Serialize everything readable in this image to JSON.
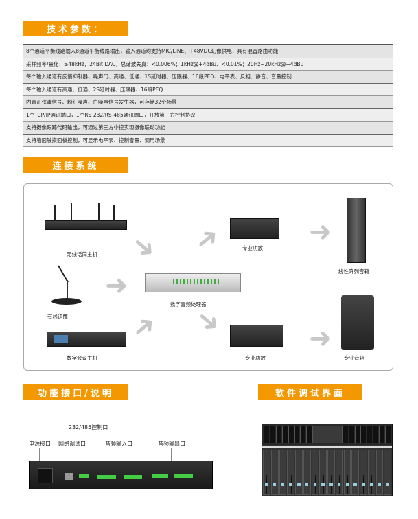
{
  "sections": {
    "specs": "技术参数：",
    "connection": "连接系统",
    "interface": "功能接口/说明",
    "software": "软件调试界面"
  },
  "specs": [
    "8个通道平衡线路输入8通道平衡线路输出，输入通道均支持MIC/LINE、+48VDC幻像供电，具有混音路由功能",
    "采样频率/量化：≥48kHz，24Bit DAC，总谐波失真：<0.006%；1kHz@+4dBu、<0.01%；20Hz~20kHz@+4dBu",
    "每个输入通道有反馈抑制器、噪声门、高通、低通、1S延时器、压限器、16段PEQ、电平表、反相、静音、音量控制",
    "每个输入通道有高通、低通、2S延时器、压限器、16段PEQ",
    "内置正弦波信号、粉红噪声、白噪声信号发生器，可存储32个场景",
    "1个TCP/IP通讯端口，1个RS-232/RS-485通讯端口，开放第三方控制协议",
    "支持摄像跟踪代码输出，可通过第三方中控实现摄像联动功能",
    "支持墙面触摸面板控制，可显示电平表、控制音量、调用场景"
  ],
  "diagram": {
    "wireless_mic": "无线话筒主机",
    "wired_mic": "有线话筒",
    "conference": "数字会议主机",
    "processor": "数字音频处理器",
    "amp1": "专业功放",
    "amp2": "专业功放",
    "line_array": "线性阵列音箱",
    "speaker": "专业音箱"
  },
  "ports": {
    "control": "232/485控制口",
    "power": "电源接口",
    "network": "网络调试口",
    "audio_in": "音频输入口",
    "audio_out": "音频输出口"
  }
}
